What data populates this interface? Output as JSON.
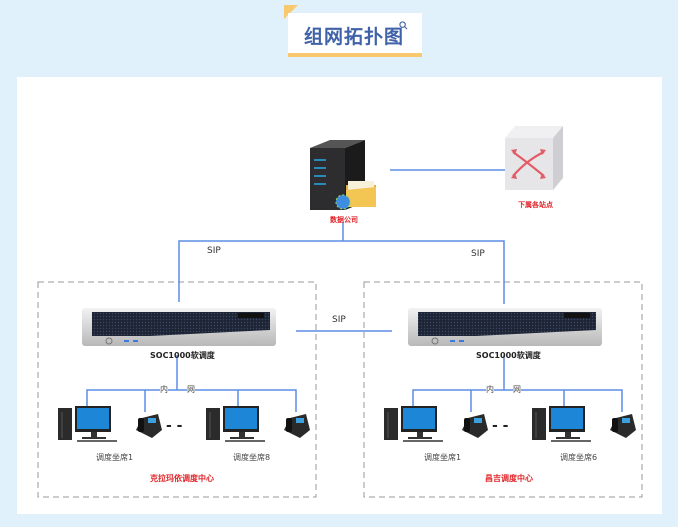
{
  "header": {
    "title": "组网拓扑图",
    "icon": "search-icon"
  },
  "nodes": {
    "data_company": {
      "label": "数据公司",
      "icon": "server-with-folder-icon"
    },
    "substation": {
      "label": "下属各站点",
      "icon": "network-switch-icon"
    }
  },
  "links": {
    "sip_left": "SIP",
    "sip_right": "SIP",
    "sip_middle": "SIP"
  },
  "centers": [
    {
      "name": "克拉玛依调度中心",
      "server_label": "SOC1000软调度",
      "lan_label_1": "内",
      "lan_label_2": "网",
      "seats": [
        {
          "label": "调度坐席1"
        },
        {
          "label": "调度坐席8"
        }
      ],
      "ellipsis": "- -"
    },
    {
      "name": "昌吉调度中心",
      "server_label": "SOC1000软调度",
      "lan_label_1": "内",
      "lan_label_2": "网",
      "seats": [
        {
          "label": "调度坐席1"
        },
        {
          "label": "调度坐席6"
        }
      ],
      "ellipsis": "- -"
    }
  ],
  "colors": {
    "line": "#5b8ee6",
    "accent_red": "#e0252a",
    "title": "#3f62a8",
    "tab_accent": "#f8c96e",
    "background": "#e1f1fc"
  }
}
